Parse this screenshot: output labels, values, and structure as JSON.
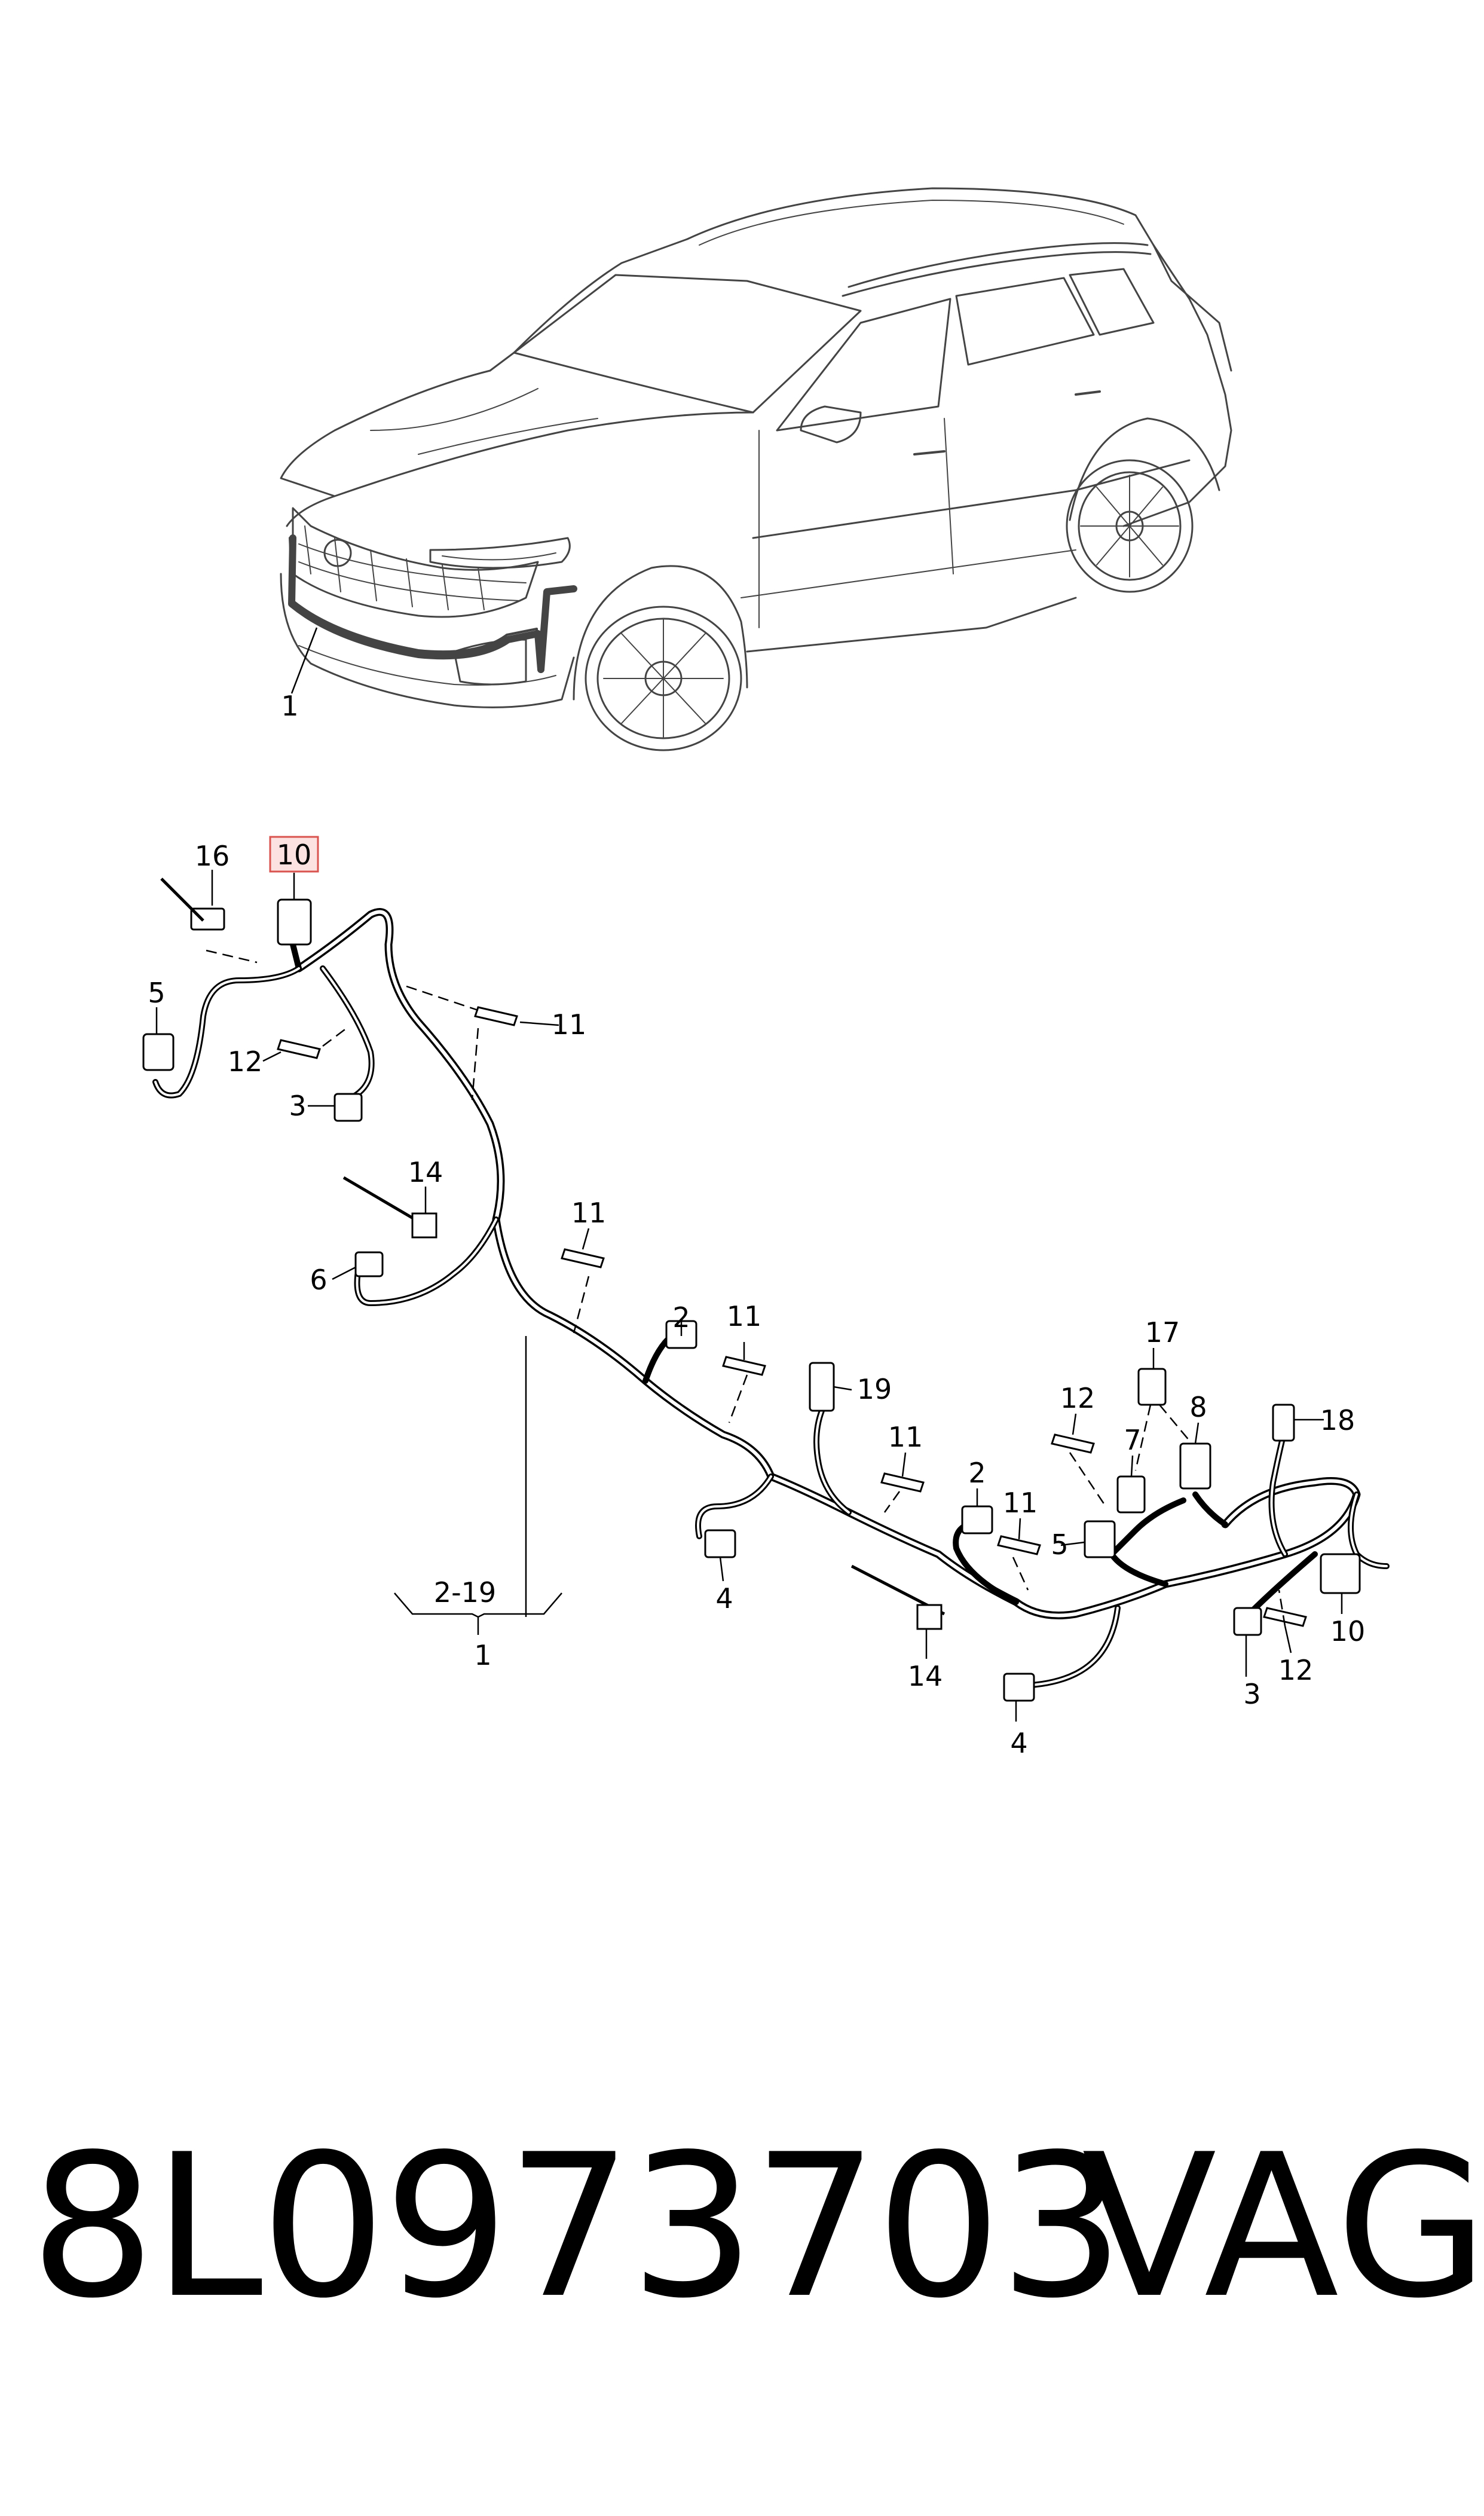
{
  "part_number": "8L0973703",
  "brand": "VAG",
  "callouts": {
    "car_harness": "1",
    "c16": "16",
    "c10_highlight": "10",
    "c5_top": "5",
    "c12_top": "12",
    "c11_top": "11",
    "c3_top": "3",
    "c14_top": "14",
    "c6": "6",
    "c11_mid": "11",
    "c2_mid": "2",
    "c11_mid2": "11",
    "c19": "19",
    "c11_center": "11",
    "c4_mid": "4",
    "c2_right": "2",
    "c11_right": "11",
    "c17": "17",
    "c12_right": "12",
    "c8": "8",
    "c7": "7",
    "c18": "18",
    "c5_right": "5",
    "c10_right": "10",
    "c12_bottom": "12",
    "c3_bottom": "3",
    "c14_bottom": "14",
    "c4_bottom": "4",
    "range": "2-19",
    "assembly": "1"
  },
  "colors": {
    "highlight_border": "#d9534f",
    "highlight_fill": "#fde2e2",
    "line": "#000000"
  }
}
